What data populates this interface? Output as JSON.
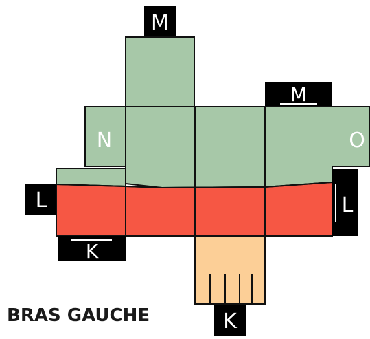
{
  "colors": {
    "green": "#a7c8a8",
    "red": "#f65744",
    "peach": "#fccf97",
    "outline": "#111111",
    "tag": "#000000"
  },
  "labels": {
    "m_top": "M",
    "m_right": "M",
    "n": "N",
    "o": "O",
    "l_left": "L",
    "l_right": "L",
    "k_left": "K",
    "k_bottom": "K"
  },
  "caption": "BRAS GAUCHE"
}
